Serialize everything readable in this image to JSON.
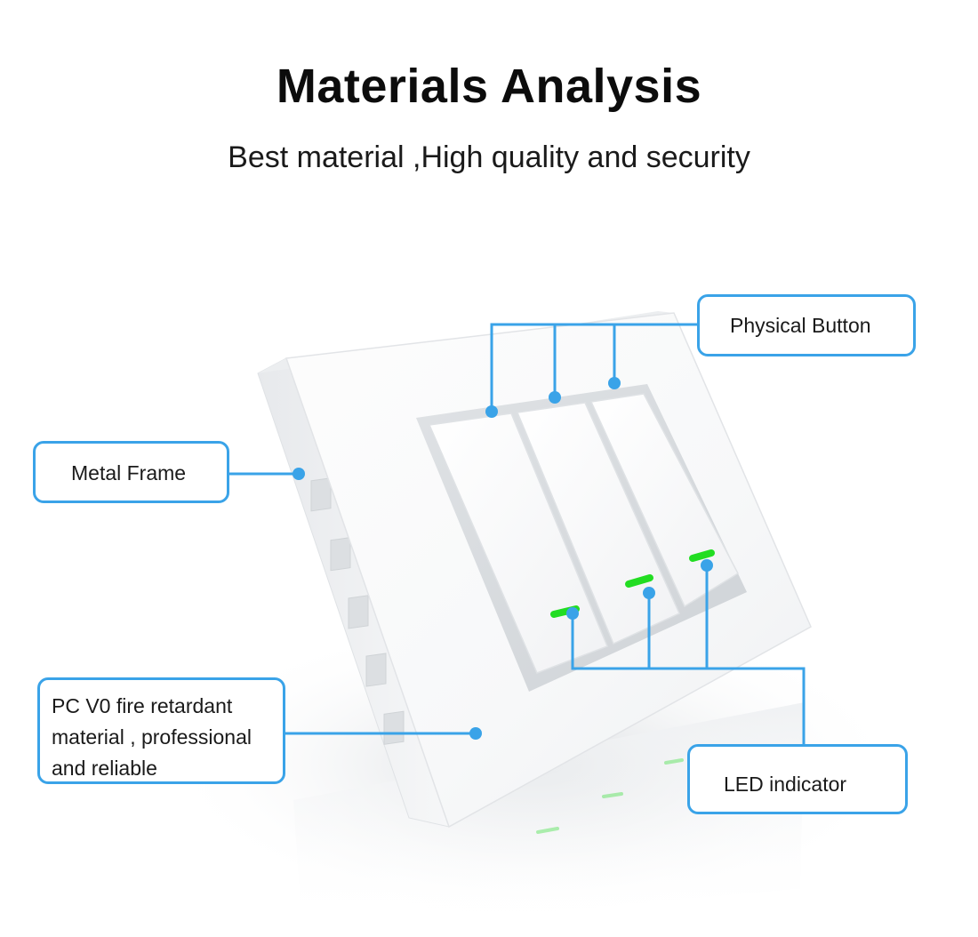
{
  "header": {
    "title": "Materials Analysis",
    "subtitle": "Best material ,High quality and security"
  },
  "callouts": {
    "physical_button": "Physical Button",
    "metal_frame": "Metal Frame",
    "pc_material": "PC V0 fire retardant\nmaterial , professional\nand reliable",
    "led_indicator": "LED indicator"
  },
  "colors": {
    "accent": "#3aa3e8",
    "led_green": "#22dd22",
    "panel_white": "#ffffff"
  },
  "product": {
    "gang_count": 3,
    "icons": [
      "leader-dot-icon",
      "led-indicator-icon"
    ]
  }
}
